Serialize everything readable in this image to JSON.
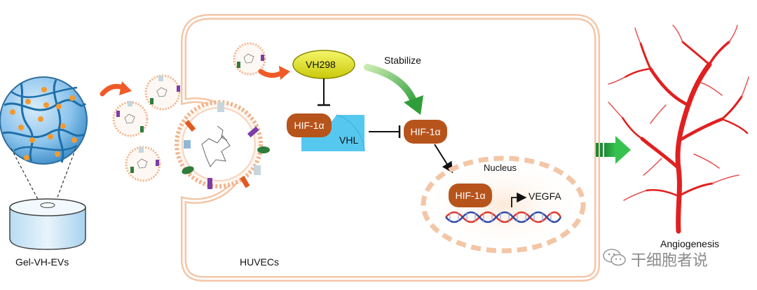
{
  "labels": {
    "hydrogel": "Gel-VH-EVs",
    "cell": "HUVECs",
    "drug": "VH298",
    "stabilize": "Stabilize",
    "hif_left": "HIF-1α",
    "vhl": "VHL",
    "hif_right": "HIF-1α",
    "nucleus": "Nucleus",
    "hif_nucleus": "HIF-1α",
    "gene": "VEGFA",
    "outcome": "Angiogenesis"
  },
  "watermark": {
    "text": "干细胞者说",
    "icon": "wechat-icon"
  },
  "colors": {
    "hif": "#b7541c",
    "vh298": "#e6e61e",
    "vhl": "#56c8f0",
    "membrane": "#f3c6a6",
    "nucleus_dash": "#f3c6a6",
    "vessel": "#e02020",
    "arrow_orange": "#f05a28",
    "arrow_green": "#2bb24c",
    "gel_sphere": "#5aa9e0",
    "gel_fiber": "#1e6fa8",
    "gel_node": "#f29a2e"
  }
}
